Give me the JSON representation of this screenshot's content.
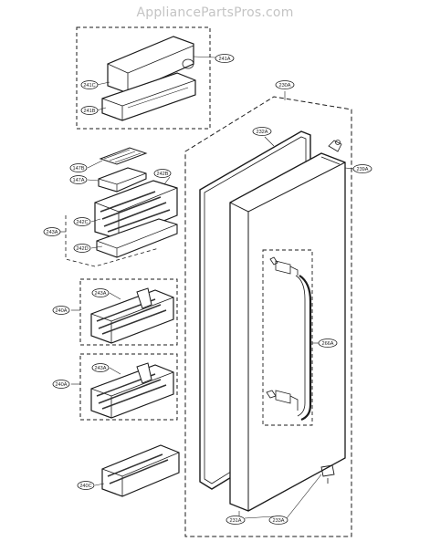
{
  "watermark": "AppliancePartsPros.com",
  "callouts": {
    "c241A": "241A",
    "c241C": "241C",
    "c241B": "241B",
    "c230A": "230A",
    "c232A": "232A",
    "c239A": "239A",
    "c147B": "147B",
    "c147A": "147A",
    "c242B": "242B",
    "c242C": "242C",
    "c242D": "242D",
    "c243A_left": "243A",
    "c240A_top": "240A",
    "c243A_top": "243A",
    "c266A": "266A",
    "c240A_mid": "240A",
    "c243A_mid": "243A",
    "c240C": "240C",
    "c231A": "231A",
    "c233A": "233A"
  }
}
